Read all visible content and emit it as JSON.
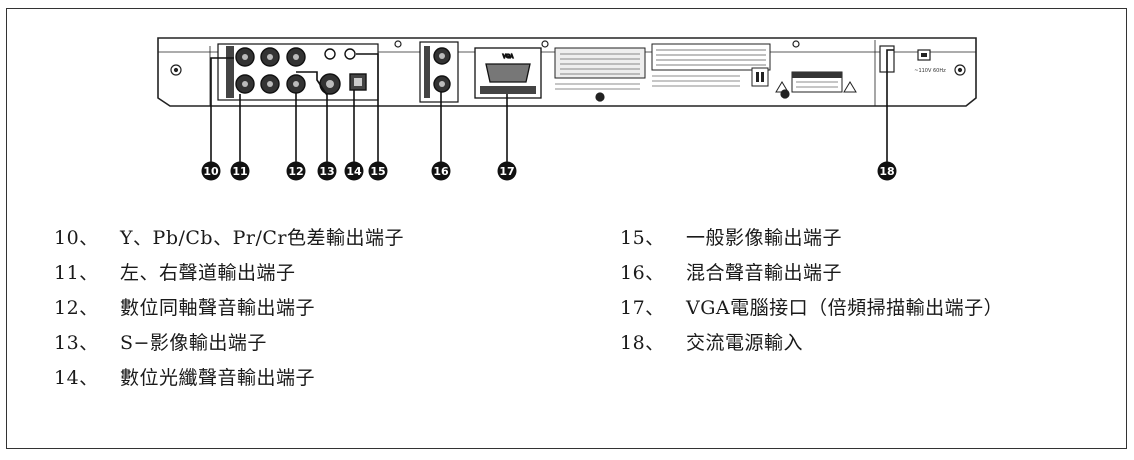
{
  "callouts": [
    "10",
    "11",
    "12",
    "13",
    "14",
    "15",
    "16",
    "17",
    "18"
  ],
  "panel_text": {
    "vga_label": "VGA",
    "power_label": "~110V 60Hz"
  },
  "legend": {
    "left": [
      {
        "num": "10、",
        "text": "Y、Pb/Cb、Pr/Cr色差輸出端子"
      },
      {
        "num": "11、",
        "text": "左、右聲道輸出端子"
      },
      {
        "num": "12、",
        "text": "數位同軸聲音輸出端子"
      },
      {
        "num": "13、",
        "text": "S−影像輸出端子"
      },
      {
        "num": "14、",
        "text": "數位光纖聲音輸出端子"
      }
    ],
    "right": [
      {
        "num": "15、",
        "text": "一般影像輸出端子"
      },
      {
        "num": "16、",
        "text": "混合聲音輸出端子"
      },
      {
        "num": "17、",
        "text": "VGA電腦接口（倍頻掃描輸出端子）"
      },
      {
        "num": "18、",
        "text": "交流電源輸入"
      }
    ]
  }
}
